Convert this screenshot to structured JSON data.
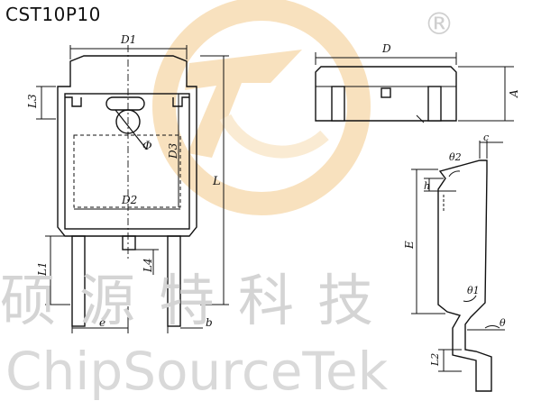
{
  "title": "CST10P10",
  "registered_mark": "®",
  "watermark": {
    "chinese": "硕源特科技",
    "english": "ChipSourceTek",
    "logo_color": "#f4c989",
    "text_color": "#d4d4d4"
  },
  "dimension_labels": {
    "d1": "D1",
    "d2": "D2",
    "d3": "D3",
    "l3": "L3",
    "phi": "Φ",
    "l": "L",
    "l1": "L1",
    "l4": "L4",
    "e": "e",
    "b": "b",
    "d": "D",
    "a": "A",
    "c": "c",
    "theta2": "θ2",
    "h": "h",
    "e_upper": "E",
    "theta1": "θ1",
    "theta": "θ",
    "l2": "L2"
  }
}
